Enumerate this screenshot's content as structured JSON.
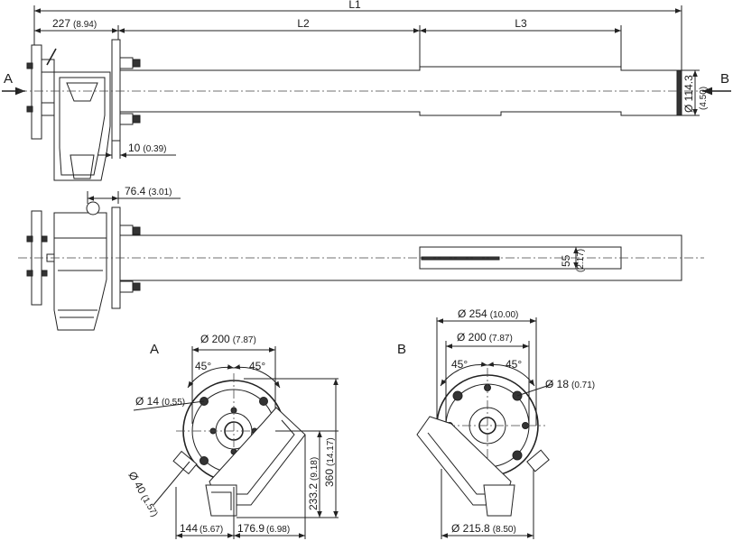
{
  "dimensions": {
    "L1": "L1",
    "L2": "L2",
    "L3": "L3",
    "d227": "227",
    "d227_in": "(8.94)",
    "d10": "10",
    "d10_in": "(0.39)",
    "d76": "76.4",
    "d76_in": "(3.01)",
    "dia114": "Ø 114.3",
    "dia114_in": "(4.50)",
    "d55": "55",
    "d55_in": "(2.17)"
  },
  "view_labels": {
    "A_arrow": "A",
    "B_arrow": "B",
    "A_view": "A",
    "B_view": "B"
  },
  "view_a": {
    "dia200": "Ø 200",
    "dia200_in": "(7.87)",
    "ang1": "45°",
    "ang2": "45°",
    "dia14": "Ø 14",
    "dia14_in": "(0.55)",
    "dia40": "Ø 40",
    "dia40_in": "(1.57)",
    "d233": "233.2",
    "d233_in": "(9.18)",
    "d360": "360",
    "d360_in": "(14.17)",
    "d144": "144",
    "d144_in": "(5.67)",
    "d176": "176.9",
    "d176_in": "(6.98)"
  },
  "view_b": {
    "dia254": "Ø 254",
    "dia254_in": "(10.00)",
    "dia200": "Ø 200",
    "dia200_in": "(7.87)",
    "ang1": "45°",
    "ang2": "45°",
    "dia18": "Ø 18",
    "dia18_in": "(0.71)",
    "dia215": "Ø 215.8",
    "dia215_in": "(8.50)"
  }
}
